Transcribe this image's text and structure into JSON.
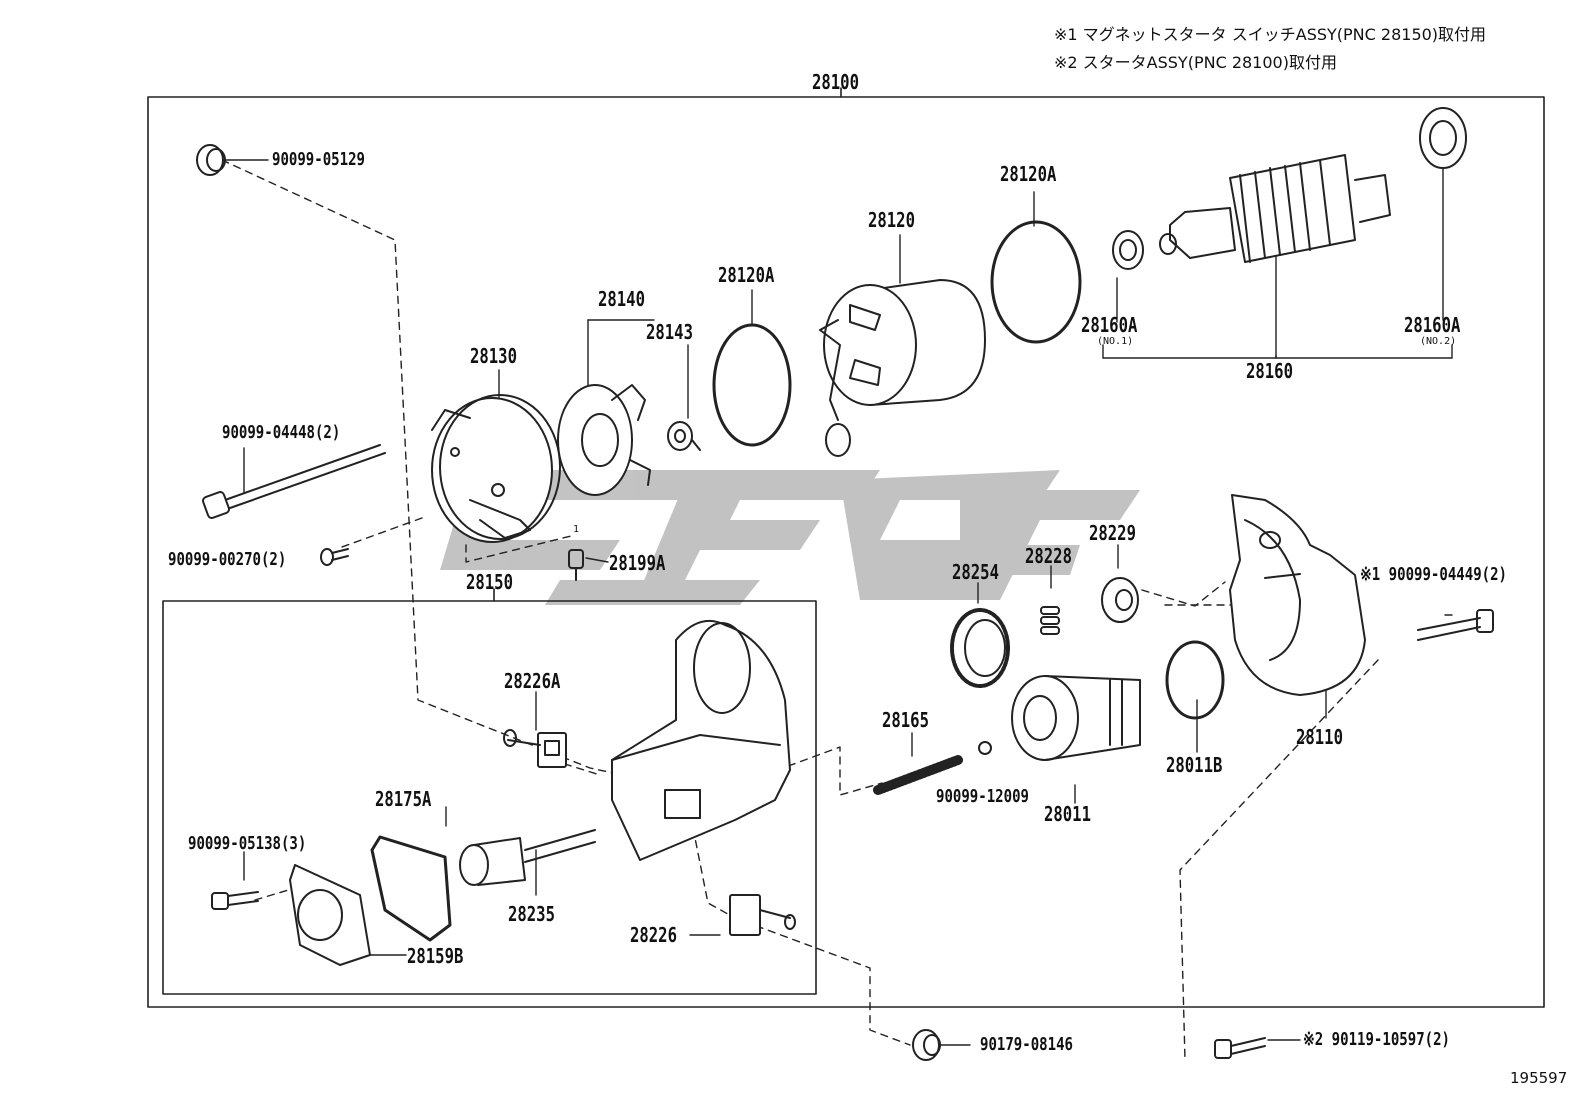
{
  "notes": [
    "※1 マグネットスタータ スイッチASSY(PNC 28150)取付用",
    "※2 スタータASSY(PNC 28100)取付用"
  ],
  "doc_number": "195597",
  "assembly_label": "28100",
  "subassembly_label": "28150",
  "parts": {
    "p90099_05129": "90099-05129",
    "p90099_04448": "90099-04448(2)",
    "p90099_00270": "90099-00270(2)",
    "p28130": "28130",
    "p28140": "28140",
    "p28143": "28143",
    "p28120A_left": "28120A",
    "p28120": "28120",
    "p28120A_right": "28120A",
    "p28160A_no1": "28160A",
    "p28160A_no1_sub": "(NO.1)",
    "p28160A_no2": "28160A",
    "p28160A_no2_sub": "(NO.2)",
    "p28160": "28160",
    "p28199A_mark": "1",
    "p28199A": "28199A",
    "p28254": "28254",
    "p28228": "28228",
    "p28229": "28229",
    "p90099_04449": "※1 90099-04449(2)",
    "p28226A": "28226A",
    "p28165": "28165",
    "p90099_12009": "90099-12009",
    "p28011": "28011",
    "p28011B": "28011B",
    "p28110": "28110",
    "p28175A": "28175A",
    "p90099_05138": "90099-05138(3)",
    "p28235": "28235",
    "p28226": "28226",
    "p28159B": "28159B",
    "p90179_08146": "90179-08146",
    "p90119_10597": "※2 90119-10597(2)"
  }
}
